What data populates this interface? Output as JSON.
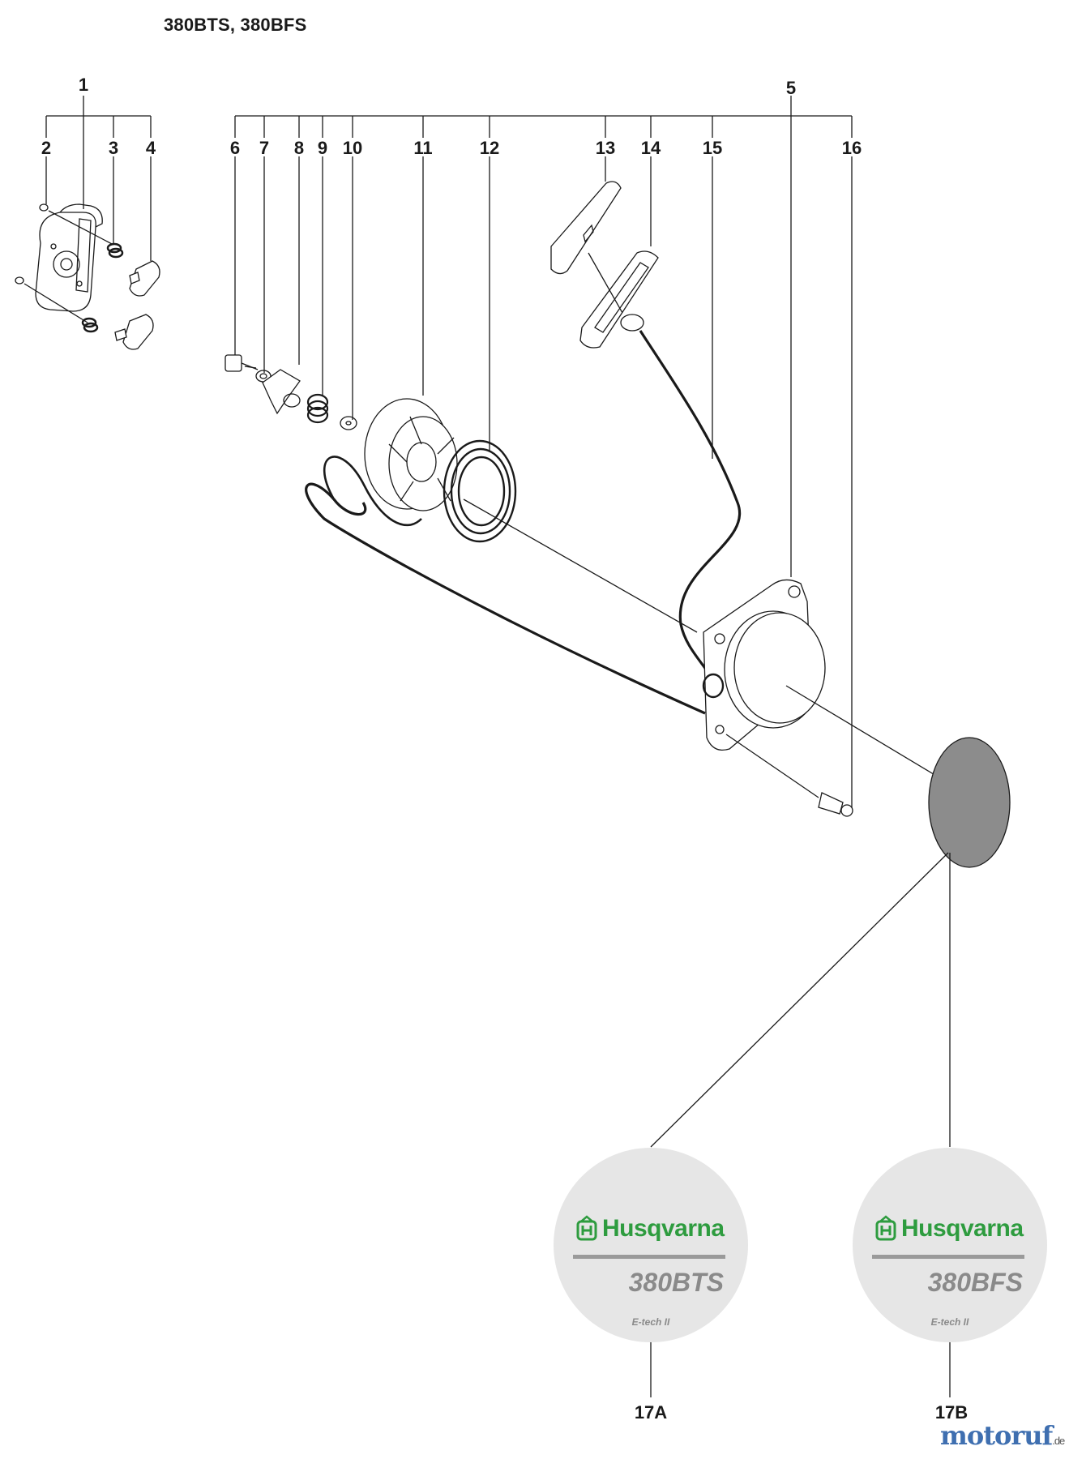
{
  "title": "380BTS, 380BFS",
  "part_numbers": [
    "1",
    "2",
    "3",
    "4",
    "5",
    "6",
    "7",
    "8",
    "9",
    "10",
    "11",
    "12",
    "13",
    "14",
    "15",
    "16",
    "17A",
    "17B"
  ],
  "badges": [
    {
      "brand": "Husqvarna",
      "model": "380BTS",
      "subtitle": "E-tech II"
    },
    {
      "brand": "Husqvarna",
      "model": "380BFS",
      "subtitle": "E-tech II"
    }
  ],
  "watermark": {
    "main": "motoruf",
    "suffix": ".de"
  },
  "colors": {
    "brand_green": "#2e9c3f",
    "badge_gray": "#e6e6e6",
    "decal_gray": "#8c8c8c",
    "line": "#1a1a1a"
  }
}
